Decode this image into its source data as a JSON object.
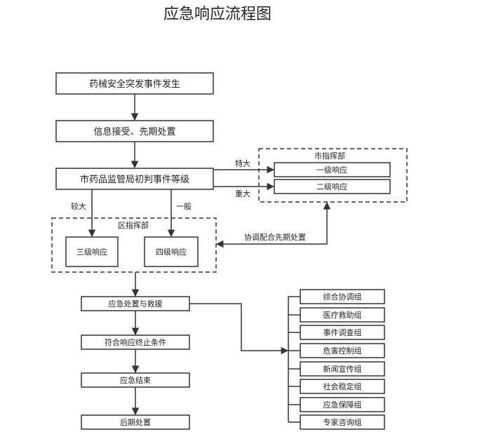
{
  "title": "应急响应流程图",
  "nodes": {
    "incident": "药械安全突发事件发生",
    "info": "信息接受、先期处置",
    "judge": "市药品监管局初判事件等级",
    "level1": "一级响应",
    "level2": "二级响应",
    "level3": "三级响应",
    "level4": "四级响应",
    "rescue": "应急处置与救援",
    "terminate": "符合响应终止条件",
    "end": "应急结束",
    "after": "后期处置"
  },
  "groups": {
    "city": "市指挥部",
    "district": "区指挥部"
  },
  "edge_labels": {
    "extreme": "特大",
    "major": "重大",
    "larger": "较大",
    "general": "一般",
    "coordinate": "协调配合先期处置"
  },
  "teams": [
    "综合协调组",
    "医疗救助组",
    "事件调查组",
    "危害控制组",
    "新闻宣传组",
    "社会稳定组",
    "应急保障组",
    "专家咨询组"
  ]
}
